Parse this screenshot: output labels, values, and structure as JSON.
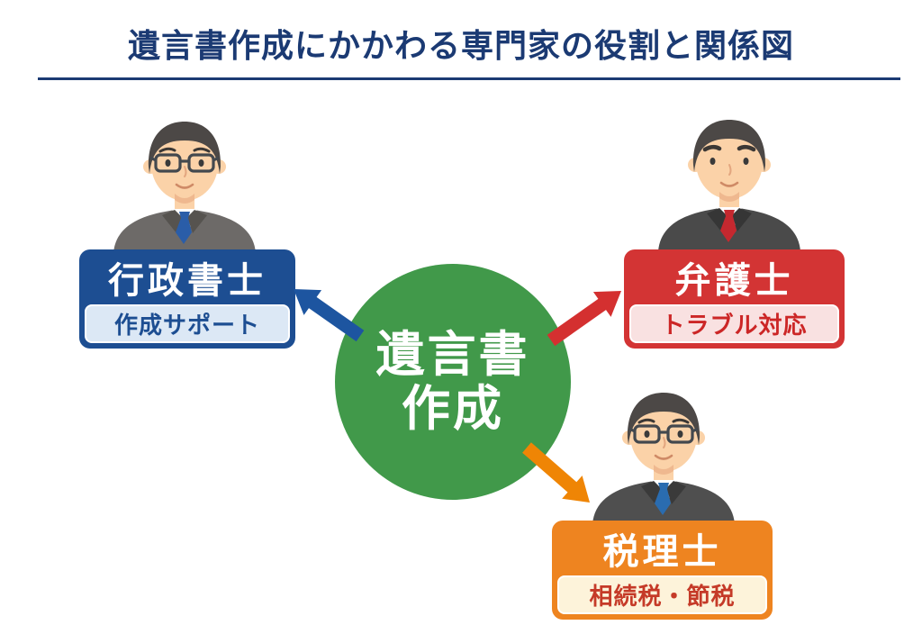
{
  "title": {
    "text": "遺言書作成にかかわる専門家の役割と関係図",
    "color": "#1b3a73",
    "rule_color": "#1b3a73"
  },
  "center": {
    "label_line1": "遺言書",
    "label_line2": "作成",
    "circle_color": "#41994a",
    "text_color": "#ffffff"
  },
  "professionals": [
    {
      "name": "行政書士",
      "role": "作成サポート",
      "header_color": "#1d4e92",
      "panel_color": "#dce8f5",
      "role_text_color": "#1d4e92",
      "avatar": {
        "glasses": true,
        "thick_brows": false,
        "tie_color": "#2a5da8",
        "suit_color": "#6d6a68",
        "suit_shade_color": "#56534f"
      }
    },
    {
      "name": "弁護士",
      "role": "トラブル対応",
      "header_color": "#d33434",
      "panel_color": "#f9e1e1",
      "role_text_color": "#cc2626",
      "avatar": {
        "glasses": false,
        "thick_brows": true,
        "tie_color": "#c5282f",
        "suit_color": "#4a4a4a",
        "suit_shade_color": "#363636"
      }
    },
    {
      "name": "税理士",
      "role": "相続税・節税",
      "header_color": "#ee8420",
      "panel_color": "#fdf3da",
      "role_text_color": "#c53a28",
      "avatar": {
        "glasses": true,
        "thick_brows": false,
        "tie_color": "#2a6cb0",
        "suit_color": "#4f4f4f",
        "suit_shade_color": "#3a3a3a"
      }
    }
  ],
  "arrows": [
    {
      "from": "遺言書作成",
      "to": "行政書士",
      "color": "#1d55a0"
    },
    {
      "from": "遺言書作成",
      "to": "弁護士",
      "color": "#d43030"
    },
    {
      "from": "遺言書作成",
      "to": "税理士",
      "color": "#ef8505"
    }
  ],
  "avatar_palette": {
    "hair": "#4c4846",
    "skin": "#fbd2a8",
    "skin_shade": "#efb88f",
    "shirt": "#ffffff",
    "glasses_frame": "#43484e"
  },
  "background": "#ffffff"
}
